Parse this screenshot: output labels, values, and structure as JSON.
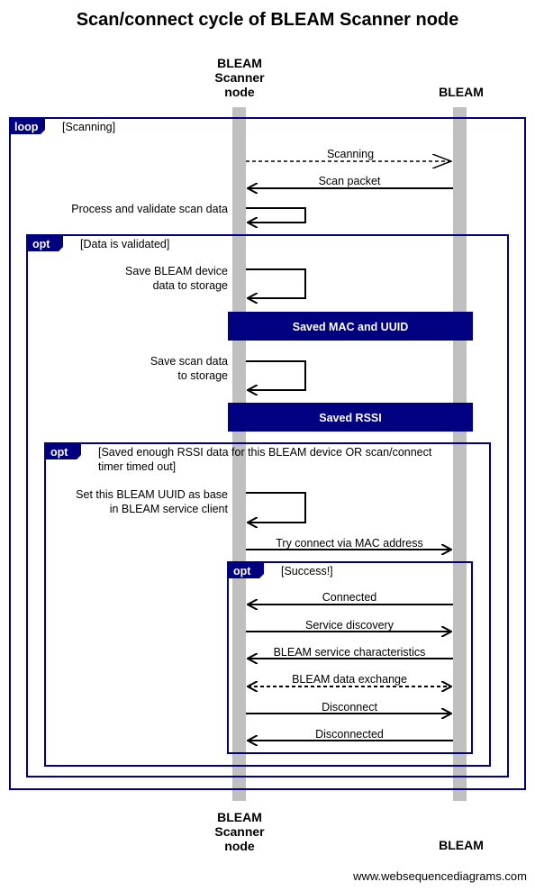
{
  "title": "Scan/connect cycle of BLEAM Scanner node",
  "actors": {
    "scanner": [
      "BLEAM",
      "Scanner",
      "node"
    ],
    "bleam": [
      "BLEAM"
    ]
  },
  "frames": {
    "loop_scanning": {
      "type": "loop",
      "condition": [
        "[Scanning]"
      ]
    },
    "opt_validated": {
      "type": "opt",
      "condition": [
        "[Data is validated]"
      ]
    },
    "opt_enough": {
      "type": "opt",
      "condition": [
        "[Saved enough RSSI data for this BLEAM device OR scan/connect",
        "timer timed out]"
      ]
    },
    "opt_success": {
      "type": "opt",
      "condition": [
        "[Success!]"
      ]
    }
  },
  "messages": {
    "scanning": "Scanning",
    "scan_packet": "Scan packet",
    "try_connect": "Try connect via MAC address",
    "connected": "Connected",
    "service_discovery": "Service discovery",
    "characteristics": "BLEAM service characteristics",
    "data_exchange": "BLEAM data exchange",
    "disconnect": "Disconnect",
    "disconnected": "Disconnected"
  },
  "self_messages": {
    "process": [
      "Process and validate scan data"
    ],
    "save_device": [
      "Save BLEAM device",
      "data to storage"
    ],
    "save_scan": [
      "Save scan data",
      "to storage"
    ],
    "set_uuid": [
      "Set this BLEAM UUID as base",
      "in BLEAM service client"
    ]
  },
  "notes": {
    "saved_mac": "Saved MAC and UUID",
    "saved_rssi": "Saved RSSI"
  },
  "footer": "www.websequencediagrams.com",
  "colors": {
    "frame": "#000080",
    "lifeline": "#c0c0c0",
    "note": "#000080",
    "text": "#000000"
  }
}
